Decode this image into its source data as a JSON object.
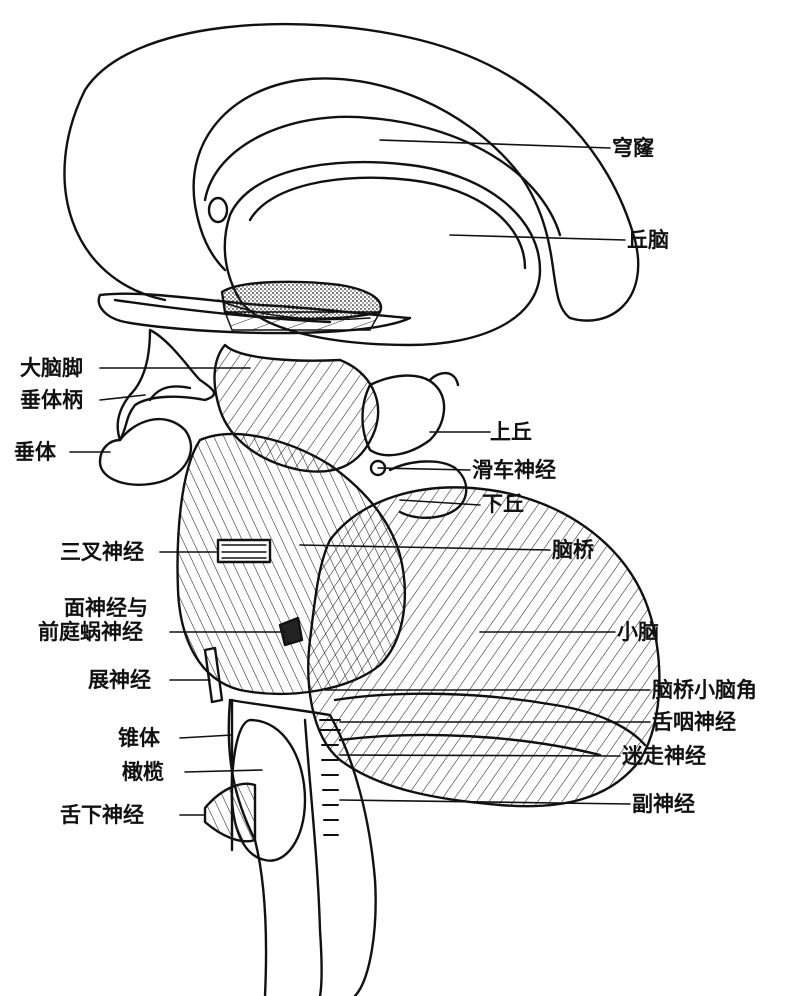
{
  "labels": {
    "gonglong": "穹窿",
    "qiunao": "丘脑",
    "danaojiao": "大脑脚",
    "chuitibing": "垂体柄",
    "chuiti": "垂体",
    "shangqiu": "上丘",
    "huache": "滑车神经",
    "xiaqiu": "下丘",
    "sancha": "三叉神经",
    "naoqiao": "脑桥",
    "mianshenjing_1": "面神经与",
    "mianshenjing_2": "前庭蜗神经",
    "xiaonao": "小脑",
    "zhanshenjing": "展神经",
    "naoqiaoxiaonaojiao": "脑桥小脑角",
    "zhuiti": "锥体",
    "shezhan": "舌咽神经",
    "ganlan": "橄榄",
    "mizou": "迷走神经",
    "shexia": "舌下神经",
    "fushenjing": "副神经"
  }
}
